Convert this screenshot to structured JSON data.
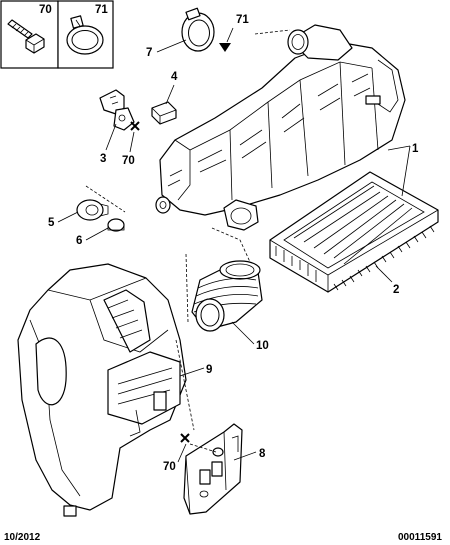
{
  "legend": {
    "box_a_ref": "70",
    "box_b_ref": "71"
  },
  "callouts": {
    "c1": "1",
    "c2": "2",
    "c3": "3",
    "c4": "4",
    "c5": "5",
    "c6": "6",
    "c7": "7",
    "c8": "8",
    "c9": "9",
    "c10": "10",
    "c70a": "70",
    "c70b": "70",
    "c71": "71"
  },
  "footer": {
    "date": "10/2012",
    "ref": "00011591"
  }
}
